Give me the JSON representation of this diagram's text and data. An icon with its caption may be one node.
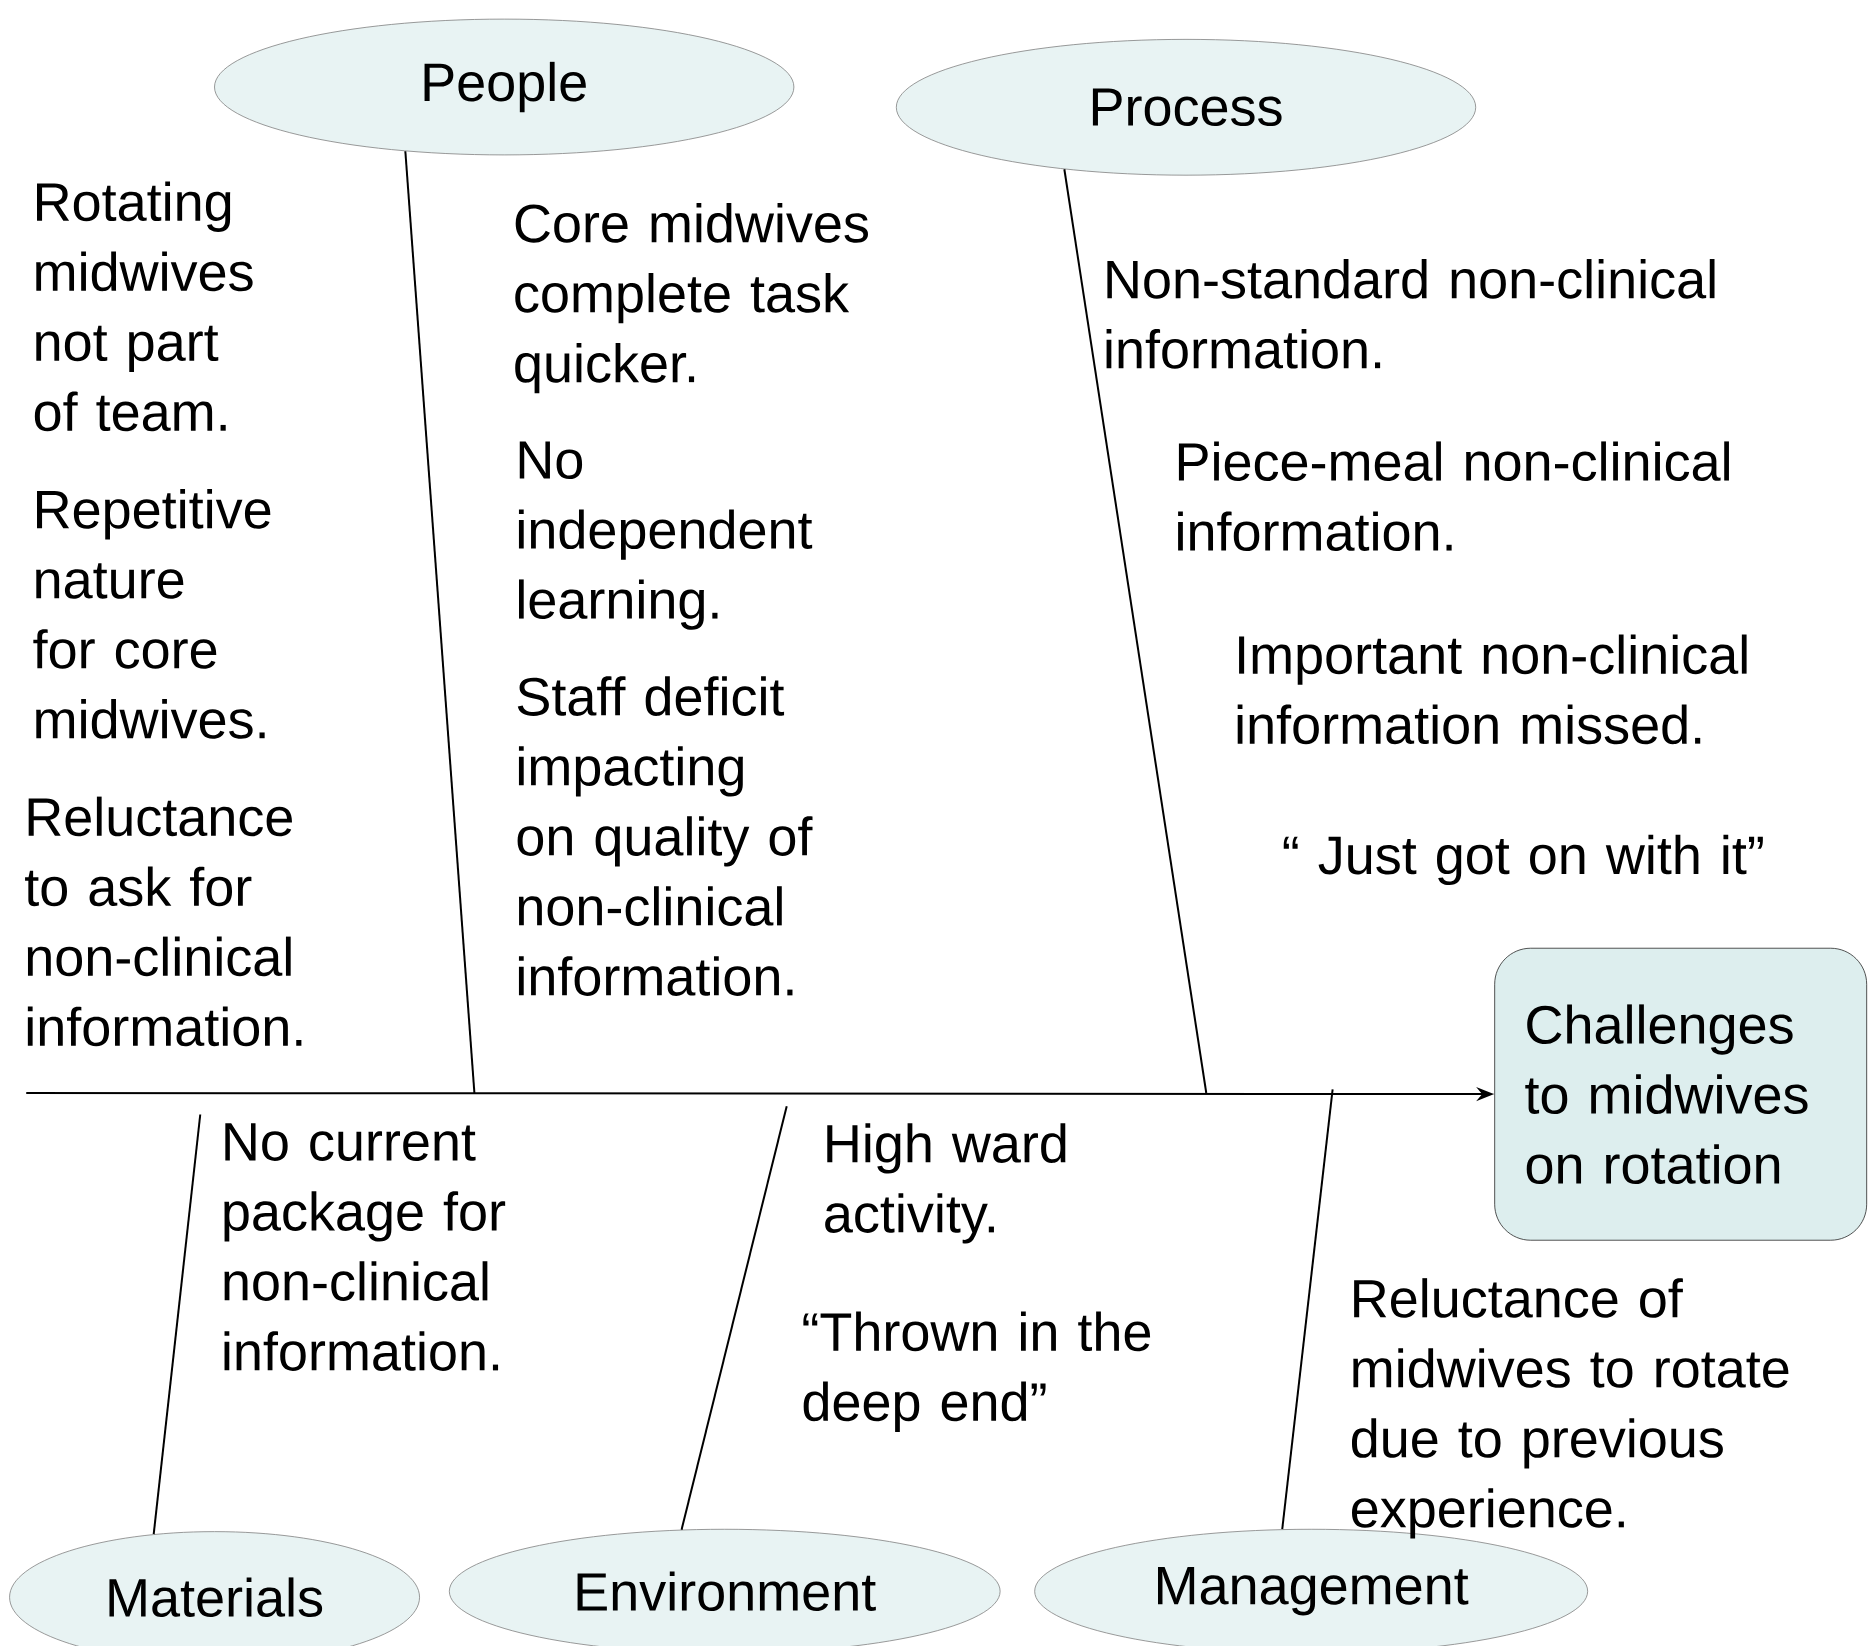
{
  "diagram": {
    "nodes": [
      {
        "text": [
          "People"
        ]
      },
      {
        "text": [
          "Process"
        ]
      },
      {
        "text": [
          "Materials"
        ]
      },
      {
        "text": [
          "Environment"
        ]
      },
      {
        "text": [
          "Management"
        ]
      },
      {
        "text": [
          "Challenges to midwives on rotation"
        ]
      }
    ],
    "edges": [
      {
        "from": null,
        "to": 5,
        "arrow": "to"
      },
      {
        "from": 0,
        "to": null,
        "arrow": "none"
      },
      {
        "from": 1,
        "to": null,
        "arrow": "none"
      },
      {
        "from": 2,
        "to": null,
        "arrow": "none"
      },
      {
        "from": 3,
        "to": null,
        "arrow": "none"
      },
      {
        "from": 4,
        "to": null,
        "arrow": "none"
      }
    ],
    "labels": [
      "Rotating midwives not part of team.",
      "Repetitive nature for core midwives.",
      "Reluctance to ask for non-clinical information.",
      "Core midwives complete task quicker.",
      "No independent learning.",
      "Staff deficit impacting on quality of non-clinical information.",
      "Non-standard non-clinical information.",
      "Piece-meal non-clinical information.",
      "Important non-clinical information missed.",
      "“ Just got on with it”",
      "No current package for non-clinical information.",
      "High ward activity.",
      "“Thrown in the deep end”",
      "Reluctance of midwives to rotate due to previous experience."
    ]
  }
}
